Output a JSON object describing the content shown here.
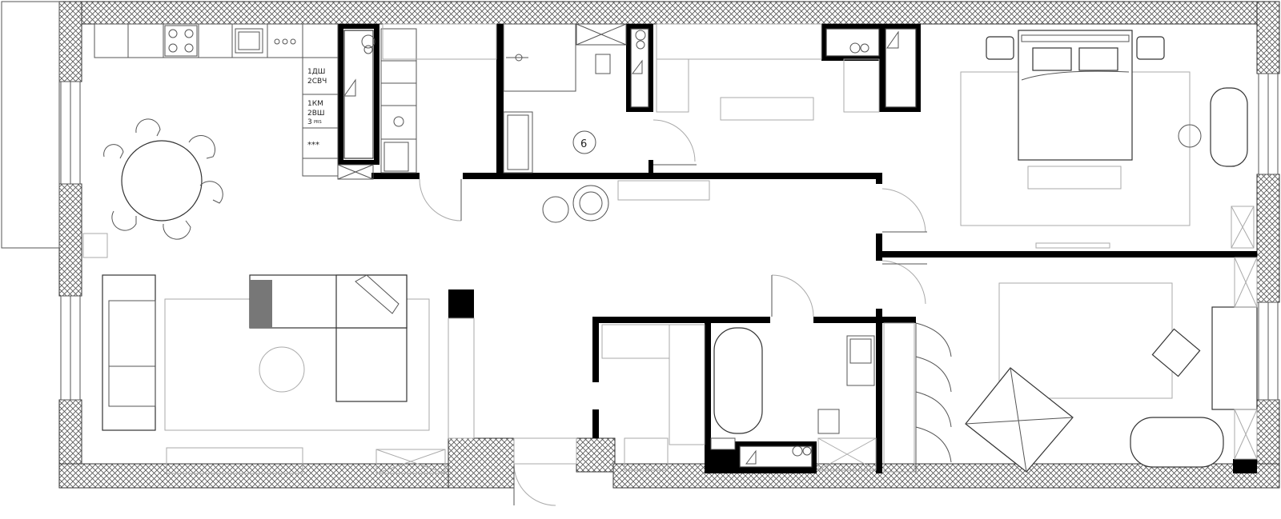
{
  "plan": {
    "room_marker": "6",
    "appliance_labels": {
      "line1": "1ДШ",
      "line2": "2СВЧ",
      "line3": "1КМ",
      "line4": "2ВШ",
      "line5": "3",
      "line5_small": "PRS",
      "line6": "***"
    },
    "colors": {
      "wall": "#000000",
      "outer_hatch": "#333333",
      "furniture": "#333333"
    }
  }
}
